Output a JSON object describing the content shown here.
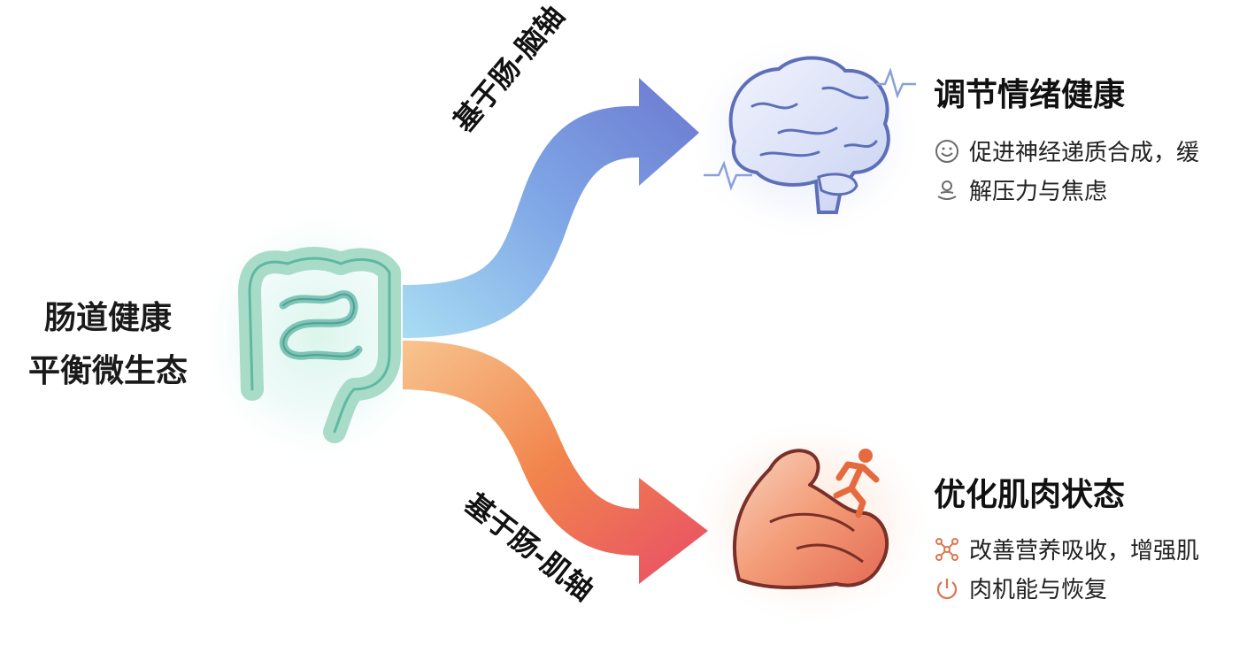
{
  "source": {
    "line1": "肠道健康",
    "line2": "平衡微生态"
  },
  "axes": {
    "top": "基于肠-脑轴",
    "bottom": "基于肠-肌轴"
  },
  "outcomes": {
    "brain": {
      "title": "调节情绪健康",
      "line1": "促进神经递质合成，缓",
      "line2": "解压力与焦虑",
      "icon1": "smiley-icon",
      "icon2": "person-relax-icon"
    },
    "muscle": {
      "title": "优化肌肉状态",
      "line1": "改善营养吸收，增强肌",
      "line2": "肉机能与恢复",
      "icon1": "molecule-icon",
      "icon2": "power-icon"
    }
  },
  "colors": {
    "arrow_top_start": "#8ed0ee",
    "arrow_top_end": "#6f7fd4",
    "arrow_bottom_start": "#f4b07a",
    "arrow_bottom_end": "#ea5266",
    "intestine": "#8ed3bd",
    "brain": "#8ea1dc",
    "muscle": "#f08a63"
  }
}
